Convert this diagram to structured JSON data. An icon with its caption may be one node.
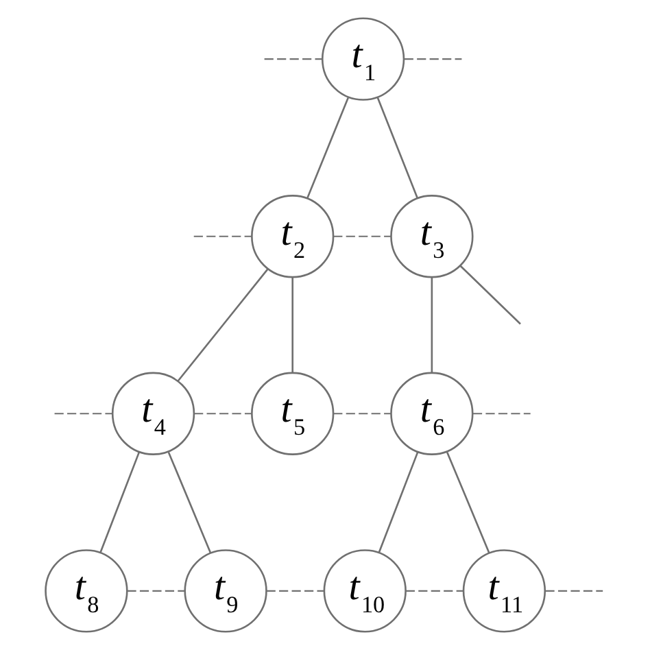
{
  "diagram": {
    "nodes": [
      {
        "text": [
          "t$_{1}$"
        ]
      },
      {
        "text": [
          "t$_{2}$"
        ]
      },
      {
        "text": [
          "t$_{3}$"
        ]
      },
      {
        "text": [
          "t$_{4}$"
        ]
      },
      {
        "text": [
          "t$_{5}$"
        ]
      },
      {
        "text": [
          "t$_{6}$"
        ]
      },
      {
        "text": [
          "t$_{8}$"
        ]
      },
      {
        "text": [
          "t$_{9}$"
        ]
      },
      {
        "text": [
          "t$_{10}$"
        ]
      },
      {
        "text": [
          "t$_{11}$"
        ]
      }
    ],
    "edges": [
      {
        "from": 0,
        "to": 1,
        "arrow": "none"
      },
      {
        "from": 0,
        "to": 2,
        "arrow": "none"
      },
      {
        "from": 1,
        "to": 3,
        "arrow": "none"
      },
      {
        "from": 1,
        "to": 4,
        "arrow": "none"
      },
      {
        "from": 2,
        "to": 5,
        "arrow": "none"
      },
      {
        "from": 2,
        "to": null,
        "arrow": "none"
      },
      {
        "from": 3,
        "to": 6,
        "arrow": "none"
      },
      {
        "from": 3,
        "to": 7,
        "arrow": "none"
      },
      {
        "from": 5,
        "to": 8,
        "arrow": "none"
      },
      {
        "from": 5,
        "to": 9,
        "arrow": "none"
      },
      {
        "from": null,
        "to": 0,
        "arrow": "none",
        "style": "dashed"
      },
      {
        "from": 0,
        "to": null,
        "arrow": "none",
        "style": "dashed"
      },
      {
        "from": null,
        "to": 1,
        "arrow": "none",
        "style": "dashed"
      },
      {
        "from": 1,
        "to": 2,
        "arrow": "none",
        "style": "dashed"
      },
      {
        "from": null,
        "to": 3,
        "arrow": "none",
        "style": "dashed"
      },
      {
        "from": 3,
        "to": 4,
        "arrow": "none",
        "style": "dashed"
      },
      {
        "from": 4,
        "to": 5,
        "arrow": "none",
        "style": "dashed"
      },
      {
        "from": 5,
        "to": null,
        "arrow": "none",
        "style": "dashed"
      },
      {
        "from": 6,
        "to": 7,
        "arrow": "none",
        "style": "dashed"
      },
      {
        "from": 7,
        "to": 8,
        "arrow": "none",
        "style": "dashed"
      },
      {
        "from": 8,
        "to": 9,
        "arrow": "none",
        "style": "dashed"
      },
      {
        "from": 9,
        "to": null,
        "arrow": "none",
        "style": "dashed"
      }
    ]
  }
}
